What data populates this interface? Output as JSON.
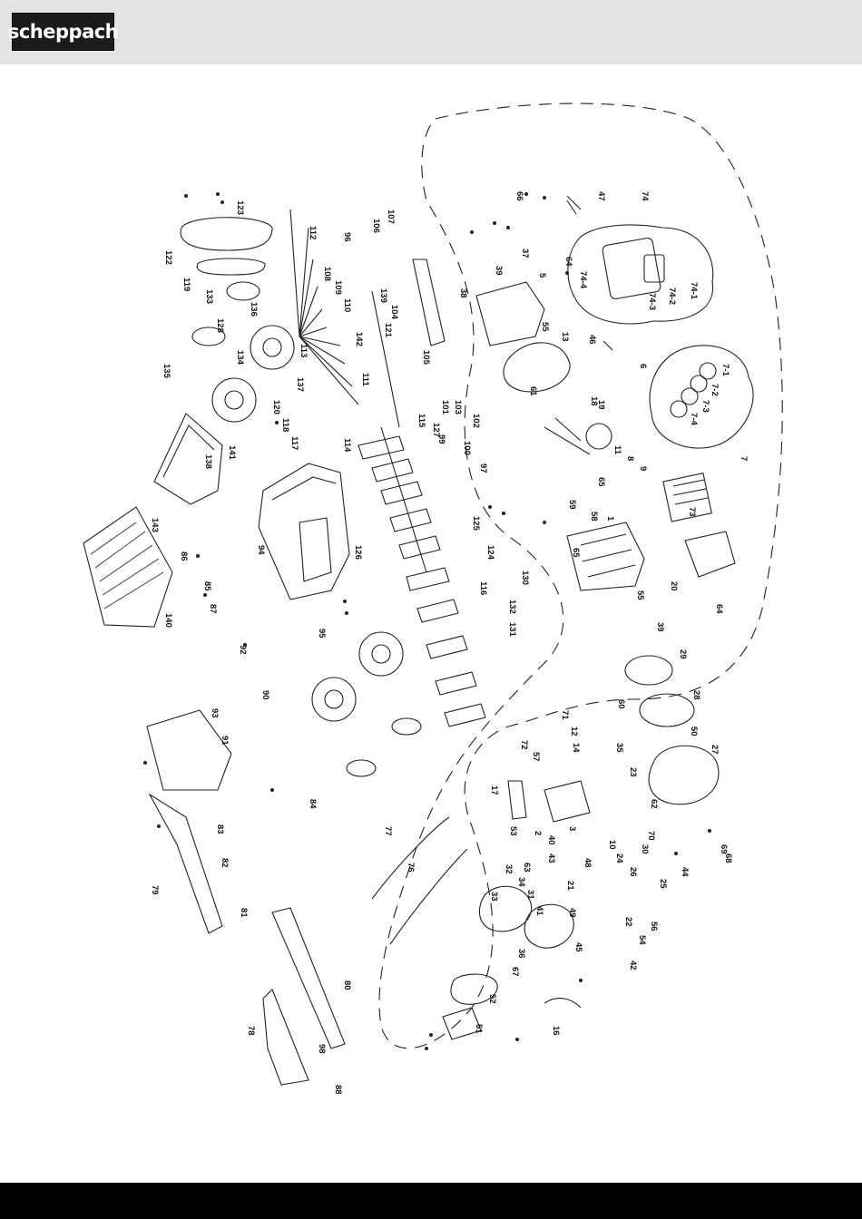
{
  "brand": {
    "logo_text": "scheppach"
  },
  "diagram": {
    "part_numbers": [
      "123",
      "122",
      "119",
      "133",
      "113",
      "112",
      "96",
      "107",
      "106",
      "105",
      "108",
      "109",
      "110",
      "139",
      "104",
      "121",
      "142",
      "128",
      "136",
      "135",
      "134",
      "111",
      "137",
      "120",
      "118",
      "117",
      "141",
      "138",
      "143",
      "86",
      "87",
      "140",
      "115",
      "127",
      "100",
      "101",
      "103",
      "102",
      "97",
      "99",
      "114",
      "126",
      "94",
      "116",
      "125",
      "124",
      "130",
      "132",
      "131",
      "95",
      "92",
      "90",
      "93",
      "91",
      "84",
      "85",
      "83",
      "82",
      "81",
      "79",
      "80",
      "78",
      "98",
      "88",
      "77",
      "76",
      "66",
      "47",
      "74",
      "74-1",
      "74-2",
      "74-3",
      "74-4",
      "65",
      "37",
      "39",
      "64",
      "5",
      "38",
      "55",
      "13",
      "46",
      "61",
      "6",
      "7",
      "7-1",
      "7-2",
      "7-3",
      "7-4",
      "18",
      "19",
      "11",
      "8",
      "9",
      "65",
      "59",
      "58",
      "1",
      "73",
      "20",
      "64",
      "55",
      "39",
      "29",
      "28",
      "27",
      "50",
      "60",
      "71",
      "12",
      "72",
      "57",
      "14",
      "35",
      "23",
      "62",
      "17",
      "3",
      "40",
      "2",
      "43",
      "63",
      "10",
      "24",
      "30",
      "26",
      "25",
      "48",
      "21",
      "49",
      "22",
      "56",
      "44",
      "42",
      "45",
      "36",
      "41",
      "33",
      "32",
      "34",
      "31",
      "16",
      "52",
      "51",
      "67",
      "53",
      "54",
      "70",
      "69",
      "68"
    ]
  }
}
